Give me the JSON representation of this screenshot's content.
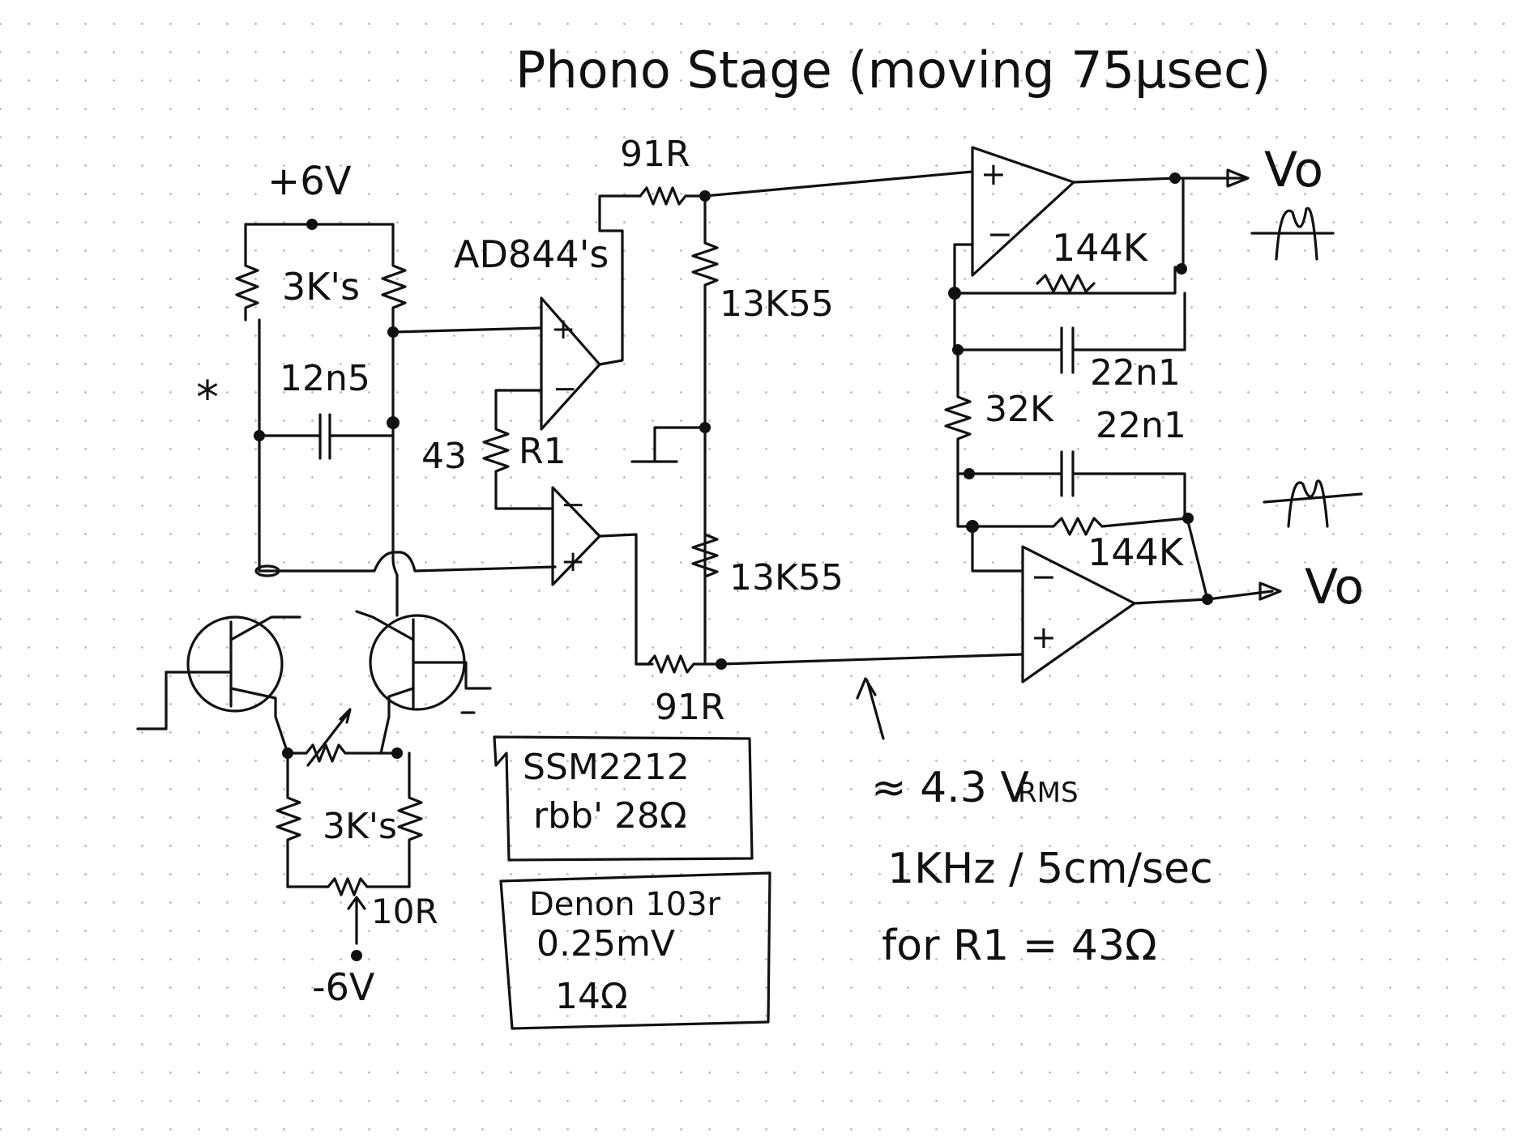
{
  "title": "Phono Stage (moving 75μsec)",
  "supply": {
    "positive": "+6V",
    "negative": "-6V"
  },
  "opamp_label": "AD844's",
  "components": {
    "top_resistors": "3K's",
    "cap_12n5": "12n5",
    "r1_value": "43",
    "r1_name": "R1",
    "r_91_top": "91R",
    "r_91_bottom": "91R",
    "r_13k55_top": "13K55",
    "r_13k55_bottom": "13K55",
    "r_144k_top": "144K",
    "r_144k_bottom": "144K",
    "cap_22n1_top": "22n1",
    "cap_22n1_bottom": "22n1",
    "r_32k": "32K",
    "bottom_resistors": "3K's",
    "trim_10r": "10R",
    "asterisk": "*"
  },
  "outputs": {
    "top": "Vo",
    "bottom": "Vo"
  },
  "boxes": {
    "transistor": {
      "line1": "SSM2212",
      "line2": "rbb' 28Ω"
    },
    "cartridge": {
      "line1": "Denon 103r",
      "line2": "0.25mV",
      "line3": "14Ω"
    }
  },
  "notes": {
    "level": "≈ 4.3 V",
    "level_unit": "RMS",
    "freq": "1KHz / 5cm/sec",
    "condition": "for R1 = 43Ω"
  }
}
